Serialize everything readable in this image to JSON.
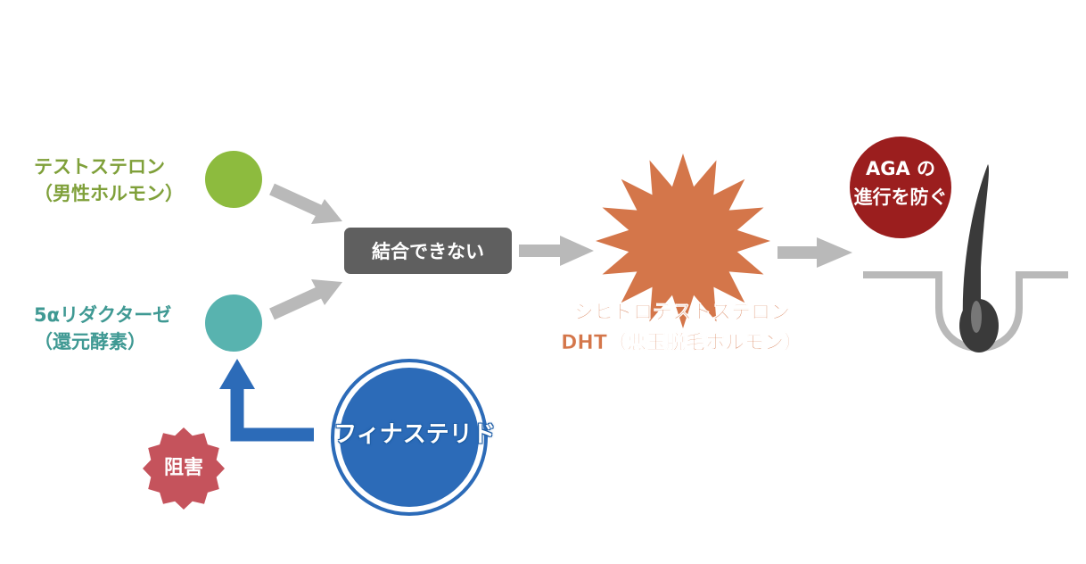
{
  "nodes": {
    "testosterone": {
      "line1": "テストステロン",
      "line2": "（男性ホルモン）"
    },
    "reductase": {
      "line1": "5αリダクターゼ",
      "line2": "（還元酵素）"
    },
    "cannot_bind": "結合できない",
    "dht": {
      "line1": "ジヒドロテストステロン",
      "line2": "DHT（悪玉脱毛ホルモン）"
    },
    "aga": {
      "line1": "AGA の",
      "line2": "進行を防ぐ"
    },
    "finasteride": "フィナステリド",
    "inhibit": "阻害"
  },
  "colors": {
    "green": "#8dbb3e",
    "teal": "#58b3af",
    "gray_arrow": "#b9b9b9",
    "dark_box": "#5f5f5f",
    "orange": "#d4764a",
    "dark_red": "#9b1e1e",
    "blue": "#2c6bb8",
    "rose": "#c5535c"
  },
  "icons": [
    "hair-follicle-icon",
    "starburst-icon",
    "blue-arrow-icon"
  ]
}
